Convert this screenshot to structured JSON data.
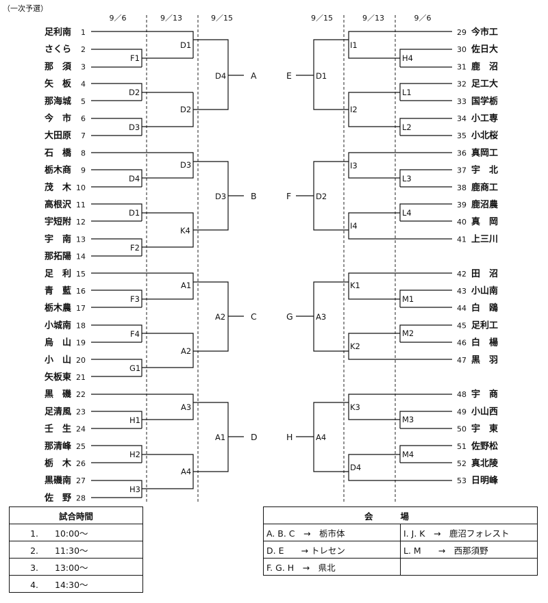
{
  "title": "（一次予選）",
  "dates_left": [
    "9／6",
    "9／13",
    "9／15"
  ],
  "dates_right": [
    "9／15",
    "9／13",
    "9／6"
  ],
  "left_teams": [
    {
      "num": "1",
      "name": "足利南"
    },
    {
      "num": "2",
      "name": "さくら"
    },
    {
      "num": "3",
      "name": "那　須"
    },
    {
      "num": "4",
      "name": "矢　板"
    },
    {
      "num": "5",
      "name": "那海城"
    },
    {
      "num": "6",
      "name": "今　市"
    },
    {
      "num": "7",
      "name": "大田原"
    },
    {
      "num": "8",
      "name": "石　橋"
    },
    {
      "num": "9",
      "name": "栃木商"
    },
    {
      "num": "10",
      "name": "茂　木"
    },
    {
      "num": "11",
      "name": "高根沢"
    },
    {
      "num": "12",
      "name": "宇短附"
    },
    {
      "num": "13",
      "name": "宇　南"
    },
    {
      "num": "14",
      "name": "那拓陽"
    },
    {
      "num": "15",
      "name": "足　利"
    },
    {
      "num": "16",
      "name": "青　藍"
    },
    {
      "num": "17",
      "name": "栃木農"
    },
    {
      "num": "18",
      "name": "小城南"
    },
    {
      "num": "19",
      "name": "烏　山"
    },
    {
      "num": "20",
      "name": "小　山"
    },
    {
      "num": "21",
      "name": "矢板東"
    },
    {
      "num": "22",
      "name": "黒　磯"
    },
    {
      "num": "23",
      "name": "足清風"
    },
    {
      "num": "24",
      "name": "壬　生"
    },
    {
      "num": "25",
      "name": "那清峰"
    },
    {
      "num": "26",
      "name": "栃　木"
    },
    {
      "num": "27",
      "name": "黒磯南"
    },
    {
      "num": "28",
      "name": "佐　野"
    }
  ],
  "right_teams": [
    {
      "num": "29",
      "name": "今市工"
    },
    {
      "num": "30",
      "name": "佐日大"
    },
    {
      "num": "31",
      "name": "鹿　沼"
    },
    {
      "num": "32",
      "name": "足工大"
    },
    {
      "num": "33",
      "name": "国学栃"
    },
    {
      "num": "34",
      "name": "小工専"
    },
    {
      "num": "35",
      "name": "小北桜"
    },
    {
      "num": "36",
      "name": "真岡工"
    },
    {
      "num": "37",
      "name": "宇　北"
    },
    {
      "num": "38",
      "name": "鹿商工"
    },
    {
      "num": "39",
      "name": "鹿沼農"
    },
    {
      "num": "40",
      "name": "真　岡"
    },
    {
      "num": "41",
      "name": "上三川"
    },
    {
      "num": "42",
      "name": "田　沼"
    },
    {
      "num": "43",
      "name": "小山南"
    },
    {
      "num": "44",
      "name": "白　鴎"
    },
    {
      "num": "45",
      "name": "足利工"
    },
    {
      "num": "46",
      "name": "白　楊"
    },
    {
      "num": "47",
      "name": "黒　羽"
    },
    {
      "num": "48",
      "name": "宇　商"
    },
    {
      "num": "49",
      "name": "小山西"
    },
    {
      "num": "50",
      "name": "宇　東"
    },
    {
      "num": "51",
      "name": "佐野松"
    },
    {
      "num": "52",
      "name": "真北陵"
    },
    {
      "num": "53",
      "name": "日明峰"
    }
  ],
  "match_labels": {
    "F1": "F1",
    "D2a": "D2",
    "D3a": "D3",
    "D4a": "D4",
    "D1a": "D1",
    "F2": "F2",
    "F3": "F3",
    "F4": "F4",
    "G1": "G1",
    "H1": "H1",
    "H2": "H2",
    "H3": "H3",
    "D1b": "D1",
    "D2b": "D2",
    "D3b": "D3",
    "K4": "K4",
    "A1a": "A1",
    "A2a": "A2",
    "A3": "A3",
    "A4a": "A4",
    "D4b": "D4",
    "D3c": "D3",
    "A2b": "A2",
    "A1b": "A1",
    "H4": "H4",
    "L1": "L1",
    "L2": "L2",
    "L3": "L3",
    "L4": "L4",
    "M1": "M1",
    "M2": "M2",
    "M3": "M3",
    "M4": "M4",
    "I1": "I1",
    "I2": "I2",
    "I3": "I3",
    "I4": "I4",
    "K1": "K1",
    "K2": "K2",
    "K3": "K3",
    "D4c": "D4",
    "D1c": "D1",
    "D2c": "D2",
    "A3b": "A3",
    "A4b": "A4"
  },
  "pools_left": [
    "A",
    "B",
    "C",
    "D"
  ],
  "pools_right": [
    "E",
    "F",
    "G",
    "H"
  ],
  "times": {
    "header": "試合時間",
    "rows": [
      {
        "num": "1.",
        "time": "10:00〜"
      },
      {
        "num": "2.",
        "time": "11:30〜"
      },
      {
        "num": "3.",
        "time": "13:00〜"
      },
      {
        "num": "4.",
        "time": "14:30〜"
      }
    ]
  },
  "venues": {
    "header": "会場",
    "rows": [
      [
        "A. B. C　→　栃市体",
        "I. J. K　→　鹿沼フォレスト"
      ],
      [
        "D. E　　→ トレセン",
        "L. M　　→　西那須野"
      ],
      [
        "F. G. H　→　県北",
        ""
      ]
    ]
  }
}
